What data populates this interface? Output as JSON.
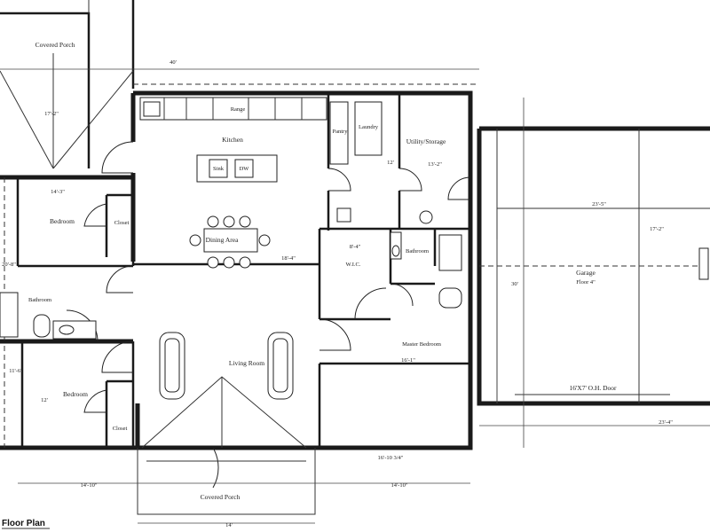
{
  "labels": {
    "covered_porch_top": "Covered Porch",
    "covered_porch_bottom": "Covered Porch",
    "kitchen": "Kitchen",
    "dining_area": "Dining Area",
    "pantry": "Pantry",
    "laundry": "Laundry",
    "utility_storage": "Utility/Storage",
    "bedroom_top": "Bedroom",
    "closet_top": "Closet",
    "bathroom_left": "Bathroom",
    "bedroom_bottom": "Bedroom",
    "closet_bottom": "Closet",
    "living_room": "Living Room",
    "wic": "W.I.C.",
    "bathroom_right": "Bathroom",
    "master_bedroom": "Master Bedroom",
    "garage_line1": "Garage",
    "garage_line2": "Floor 4\"",
    "garage_door": "16'X7' O.H. Door",
    "floor_plan": "Floor Plan",
    "island_sink": "Sink",
    "island_dw": "DW",
    "range": "Range"
  },
  "dimensions": {
    "porch_top_width": "17'-2\"",
    "overall_width": "40'",
    "utility_depth": "13'-2\"",
    "laundry_depth": "12'",
    "bedroom_top_width": "14'-3\"",
    "dining_width": "18'-4\"",
    "wic_width": "8'-4\"",
    "garage_width": "23'-5\"",
    "garage_depth": "30'",
    "garage_right_depth": "17'-2\"",
    "garage_bottom": "23'-4\"",
    "master_width": "16'-1\"",
    "bedroom_bottom_depth": "12'",
    "left_side_1": "20'-8\"",
    "left_side_2": "11'-6\"",
    "bottom_left": "14'-10\"",
    "bottom_right": "14'-10\"",
    "porch_bottom_width": "14'",
    "bottom_center": "16'-10 3/4\""
  }
}
